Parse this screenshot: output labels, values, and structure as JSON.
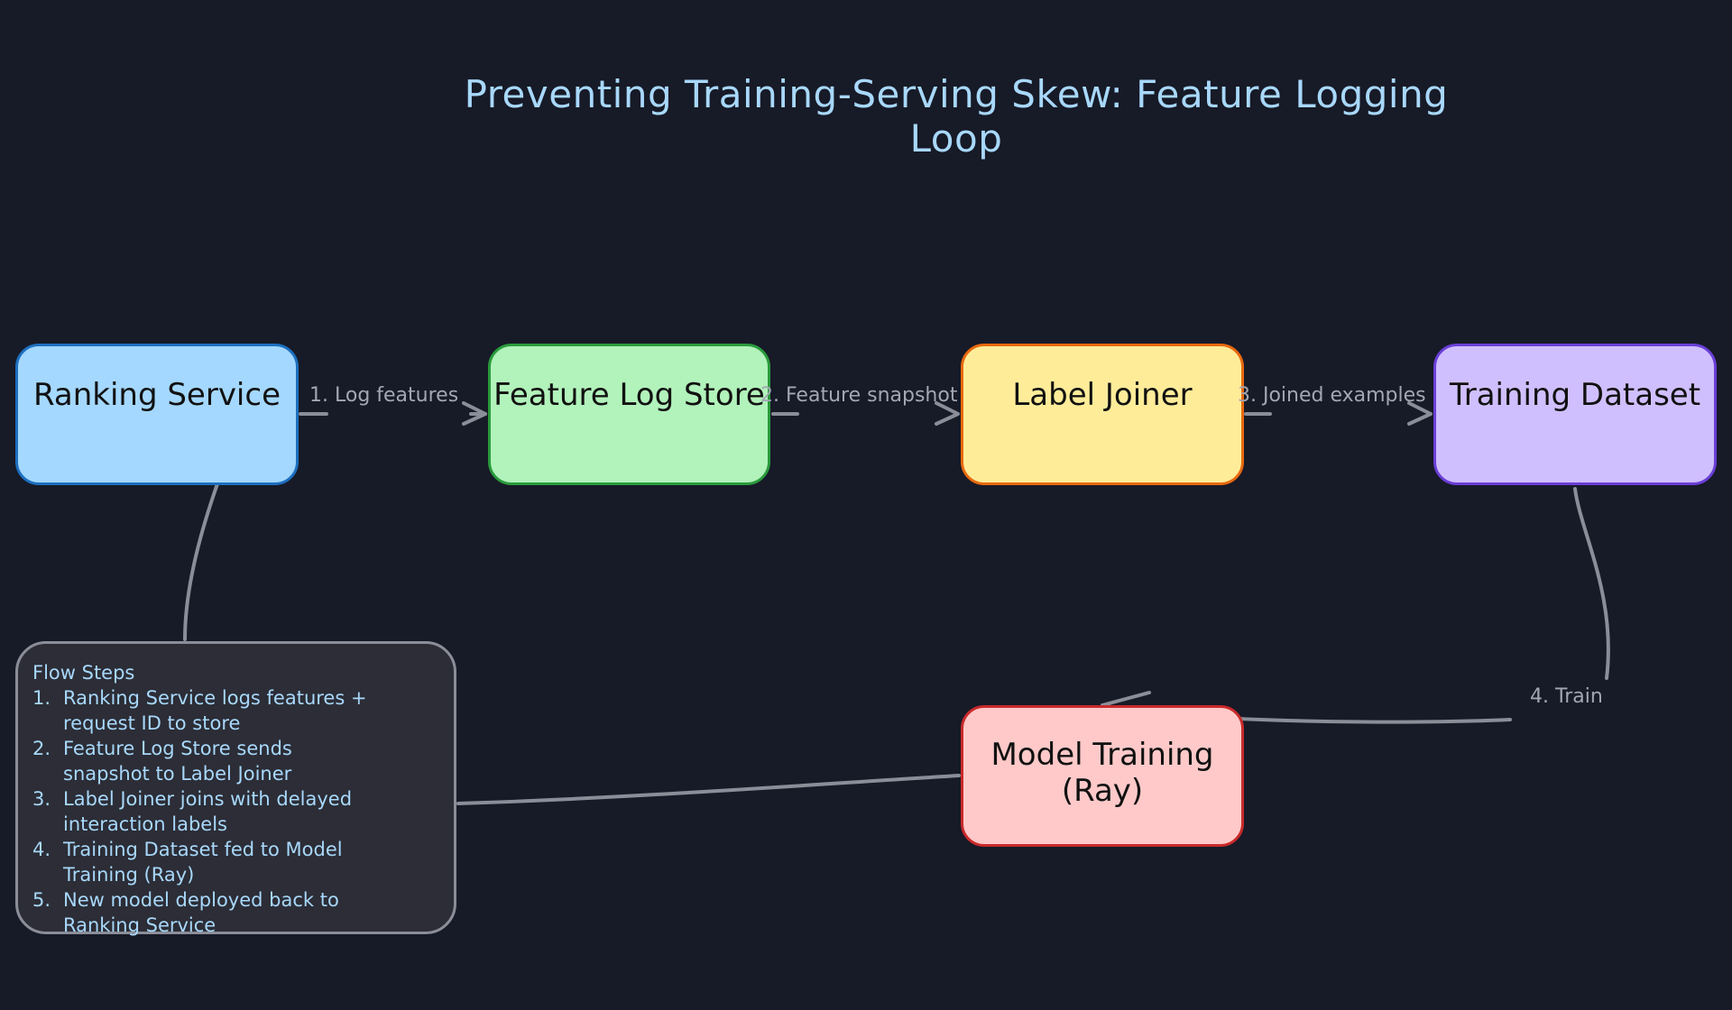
{
  "title": "Preventing Training-Serving Skew: Feature Logging Loop",
  "nodes": {
    "ranking_service": "Ranking Service",
    "feature_log_store": "Feature Log Store",
    "label_joiner": "Label Joiner",
    "training_dataset": "Training Dataset",
    "model_training": "Model Training (Ray)"
  },
  "edges": {
    "log_features": "1. Log features",
    "feature_snapshot": "2. Feature snapshot",
    "joined_examples": "3. Joined examples",
    "train": "4. Train"
  },
  "notes": {
    "heading": "Flow Steps",
    "steps": [
      {
        "num": "1.",
        "text": "Ranking Service logs features + request ID to store"
      },
      {
        "num": "2.",
        "text": "Feature Log Store sends snapshot to Label Joiner"
      },
      {
        "num": "3.",
        "text": "Label Joiner joins with delayed interaction labels"
      },
      {
        "num": "4.",
        "text": "Training Dataset fed to Model Training (Ray)"
      },
      {
        "num": "5.",
        "text": "New model deployed back to Ranking Service"
      }
    ]
  },
  "colors": {
    "background": "#171a27",
    "title": "#a8d8fb",
    "edge": "#8b8e98",
    "ranking_service_fill": "#a4d8ff",
    "feature_log_store_fill": "#b2f2bb",
    "label_joiner_fill": "#ffec99",
    "training_dataset_fill": "#d0bfff",
    "model_training_fill": "#ffc9c9"
  }
}
